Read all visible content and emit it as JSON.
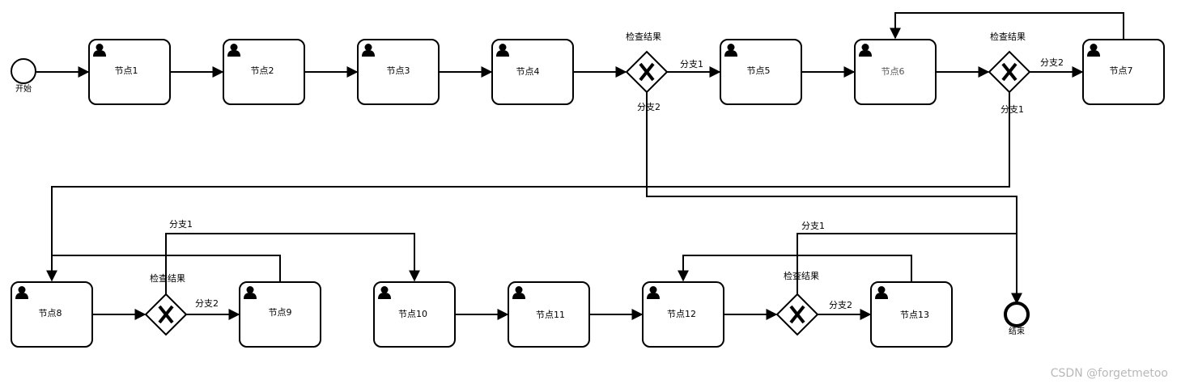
{
  "diagram": {
    "events": {
      "start": {
        "label": "开始"
      },
      "end": {
        "label": "结束"
      }
    },
    "tasks": [
      {
        "id": "t1",
        "label": "节点1"
      },
      {
        "id": "t2",
        "label": "节点2"
      },
      {
        "id": "t3",
        "label": "节点3"
      },
      {
        "id": "t4",
        "label": "节点4"
      },
      {
        "id": "t5",
        "label": "节点5"
      },
      {
        "id": "t6",
        "label": "节点6"
      },
      {
        "id": "t7",
        "label": "节点7"
      },
      {
        "id": "t8",
        "label": "节点8"
      },
      {
        "id": "t9",
        "label": "节点9"
      },
      {
        "id": "t10",
        "label": "节点10"
      },
      {
        "id": "t11",
        "label": "节点11"
      },
      {
        "id": "t12",
        "label": "节点12"
      },
      {
        "id": "t13",
        "label": "节点13"
      }
    ],
    "gateways": [
      {
        "id": "g1",
        "label": "检查结果"
      },
      {
        "id": "g2",
        "label": "检查结果"
      },
      {
        "id": "g3",
        "label": "检查结果"
      },
      {
        "id": "g4",
        "label": "检查结果"
      }
    ],
    "edge_labels": {
      "g1_branch1": "分支1",
      "g1_branch2": "分支2",
      "g2_branch2": "分支2",
      "g2_branch1": "分支1",
      "g3_branch1": "分支1",
      "g3_branch2": "分支2",
      "g4_branch1": "分支1",
      "g4_branch2": "分支2"
    }
  },
  "watermark": "CSDN @forgetmetoo"
}
